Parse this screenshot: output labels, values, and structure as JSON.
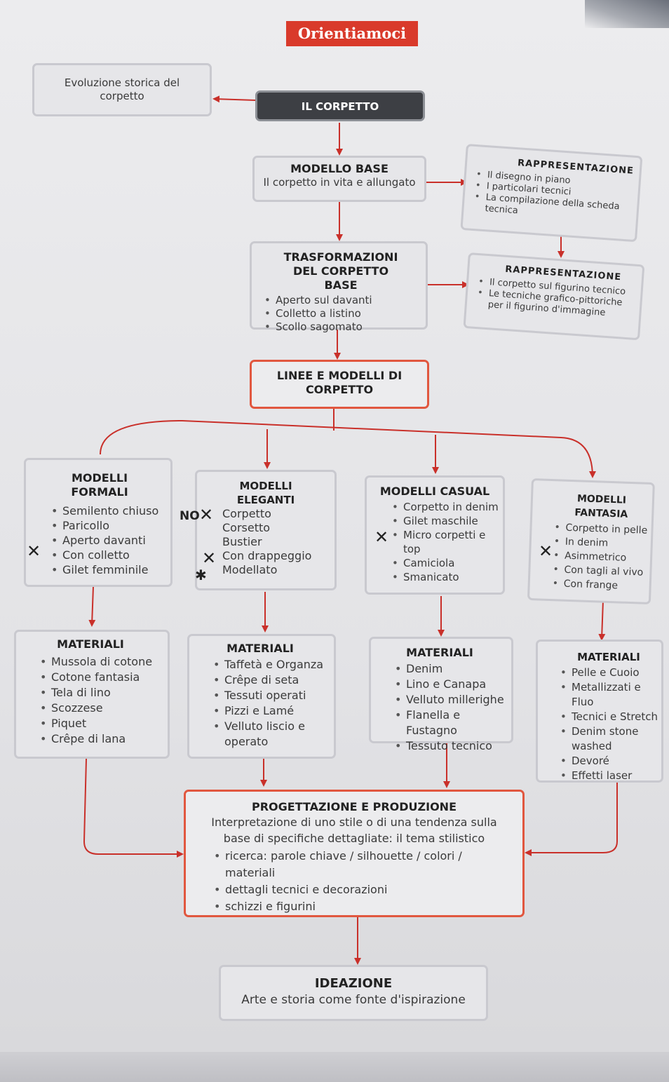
{
  "title": "Orientiamoci",
  "evoluzione": "Evoluzione storica del corpetto",
  "corpetto": "IL CORPETTO",
  "modello_base": {
    "heading": "MODELLO BASE",
    "text": "Il corpetto in vita e allungato"
  },
  "rappr1": {
    "heading": "RAPPRESENTAZIONE",
    "items": [
      "Il disegno in piano",
      "I particolari tecnici",
      "La compilazione della scheda tecnica"
    ]
  },
  "trasformazioni": {
    "heading": "TRASFORMAZIONI DEL CORPETTO BASE",
    "items": [
      "Aperto sul davanti",
      "Colletto a listino",
      "Scollo sagomato"
    ]
  },
  "rappr2": {
    "heading": "RAPPRESENTAZIONE",
    "items": [
      "Il corpetto sul figurino tecnico",
      "Le tecniche grafico-pittoriche per il figurino d'immagine"
    ]
  },
  "linee": "LINEE E MODELLI DI CORPETTO",
  "formali": {
    "heading": "MODELLI FORMALI",
    "items": [
      "Semilento chiuso",
      "Paricollo",
      "Aperto davanti",
      "Con colletto",
      "Gilet femminile"
    ]
  },
  "eleganti": {
    "heading": "MODELLI ELEGANTI",
    "items": [
      "Corpetto",
      "Corsetto",
      "Bustier",
      "Con drappeggio",
      "Modellato"
    ],
    "note": "NO"
  },
  "casual": {
    "heading": "MODELLI CASUAL",
    "items": [
      "Corpetto in denim",
      "Gilet maschile",
      "Micro corpetti e top",
      "Camiciola",
      "Smanicato"
    ]
  },
  "fantasia": {
    "heading": "MODELLI FANTASIA",
    "items": [
      "Corpetto in pelle",
      "In denim",
      "Asimmetrico",
      "Con tagli al vivo",
      "Con frange"
    ]
  },
  "mat1": {
    "heading": "MATERIALI",
    "items": [
      "Mussola di cotone",
      "Cotone fantasia",
      "Tela di lino",
      "Scozzese",
      "Piquet",
      "Crêpe di lana"
    ]
  },
  "mat2": {
    "heading": "MATERIALI",
    "items": [
      "Taffetà e Organza",
      "Crêpe di seta",
      "Tessuti operati",
      "Pizzi e Lamé",
      "Velluto liscio e operato"
    ]
  },
  "mat3": {
    "heading": "MATERIALI",
    "items": [
      "Denim",
      "Lino e Canapa",
      "Velluto millerighe",
      "Flanella e Fustagno",
      "Tessuto tecnico"
    ]
  },
  "mat4": {
    "heading": "MATERIALI",
    "items": [
      "Pelle e Cuoio",
      "Metallizzati e Fluo",
      "Tecnici e Stretch",
      "Denim stone washed",
      "Devoré",
      "Effetti laser"
    ]
  },
  "progettazione": {
    "heading": "PROGETTAZIONE E PRODUZIONE",
    "intro": "Interpretazione di uno stile o di una tendenza sulla base di specifiche dettagliate: il tema stilistico",
    "items": [
      "ricerca: parole chiave / silhouette / colori / materiali",
      "dettagli tecnici e decorazioni",
      "schizzi e figurini"
    ]
  },
  "ideazione": {
    "heading": "IDEAZIONE",
    "text": "Arte e storia come fonte d'ispirazione"
  },
  "colors": {
    "accent": "#d93a2b",
    "arrow": "#c9302a",
    "dark_box": "#3d3f44"
  }
}
